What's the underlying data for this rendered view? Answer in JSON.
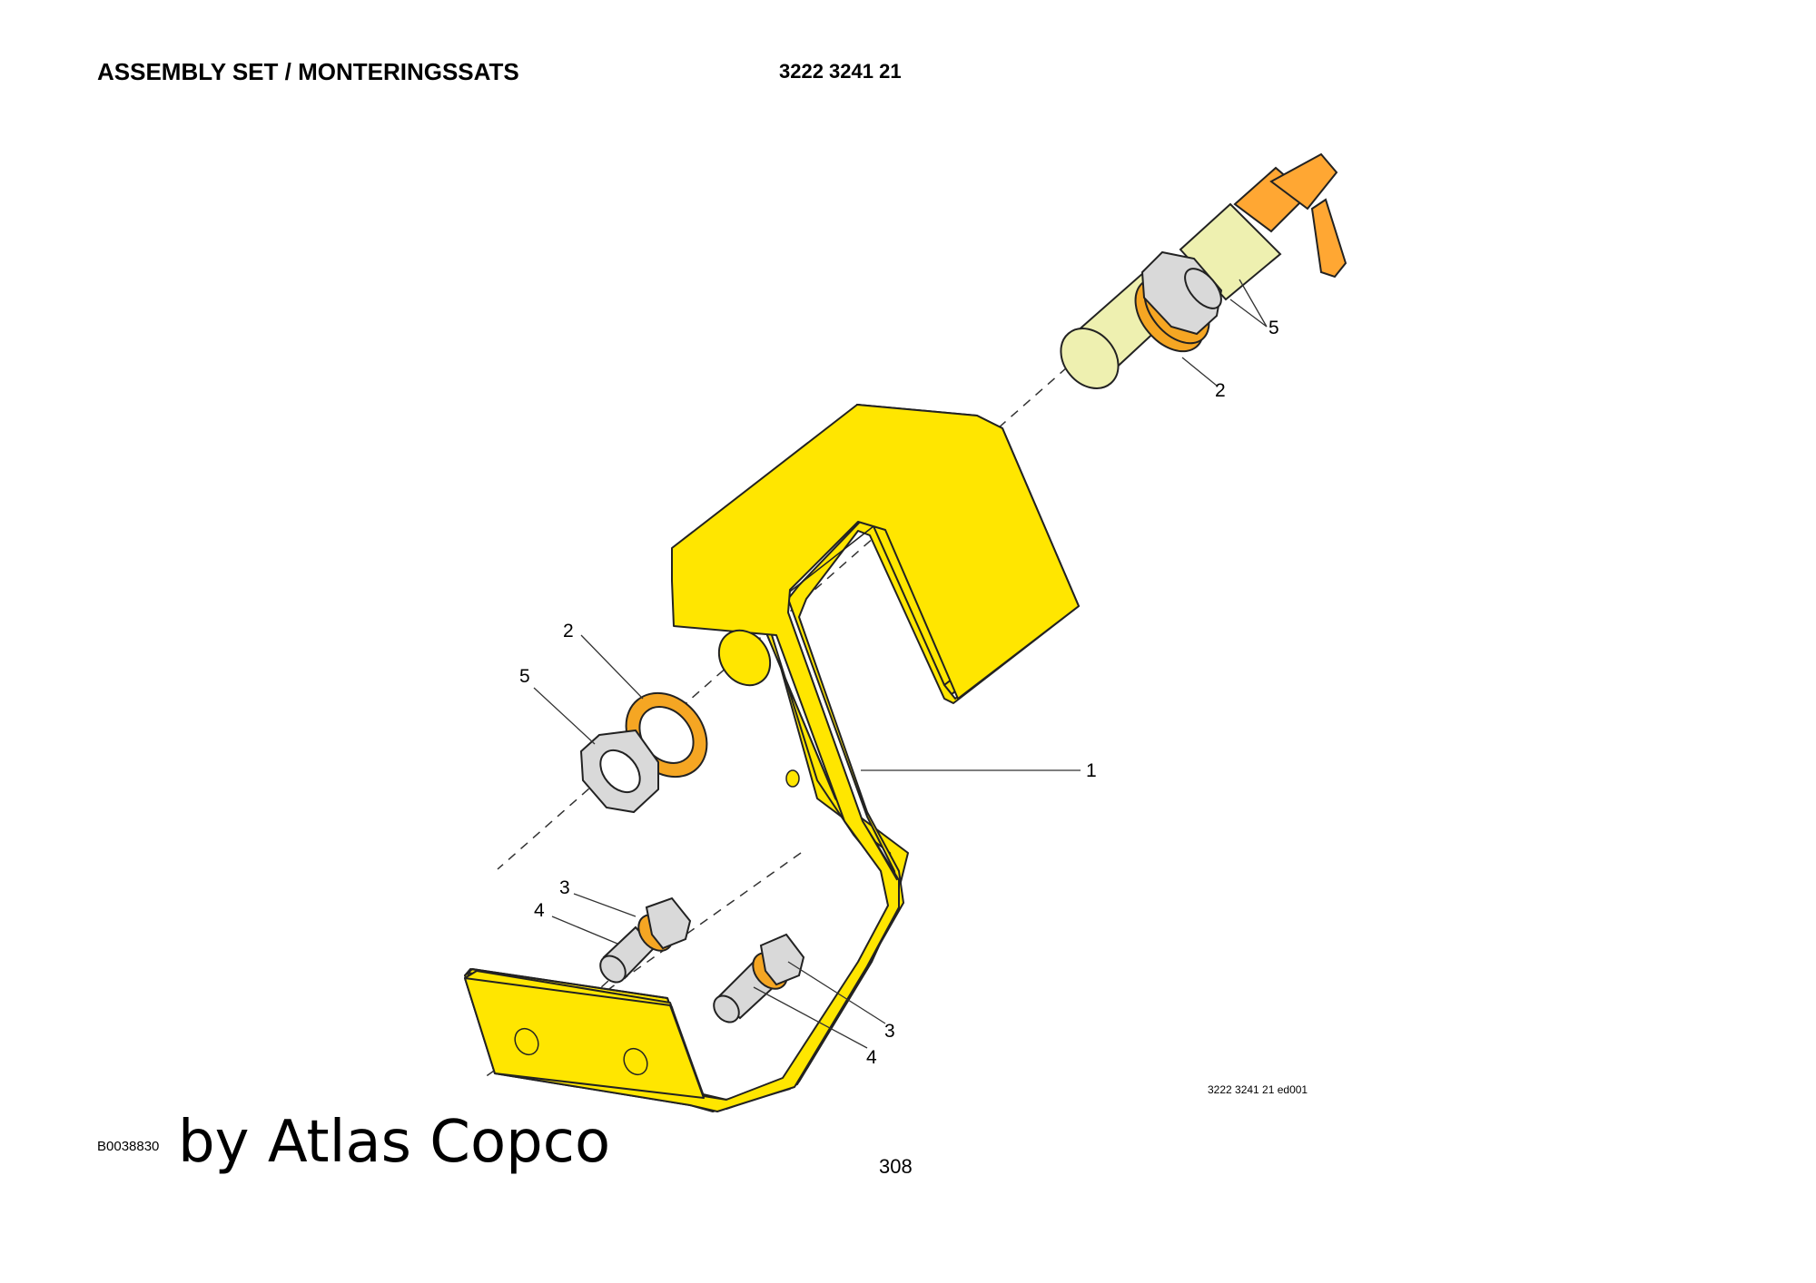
{
  "header": {
    "title": "ASSEMBLY SET / MONTERINGSSATS",
    "part_number": "3222 3241 21"
  },
  "callouts": {
    "c1": "1",
    "c2_top": "2",
    "c5_top": "5",
    "c2_left": "2",
    "c5_left": "5",
    "c3_left": "3",
    "c4_left": "4",
    "c3_right": "3",
    "c4_right": "4"
  },
  "footer": {
    "drawing_ref": "3222 3241 21 ed001",
    "image_code": "B0038830",
    "brand": "by Atlas Copco",
    "page_number": "308"
  },
  "colors": {
    "bracket": "#FFE600",
    "washer": "#F5A623",
    "nut": "#D9D9D9",
    "pin": "#EEF0B0",
    "handle": "#FFA733"
  }
}
